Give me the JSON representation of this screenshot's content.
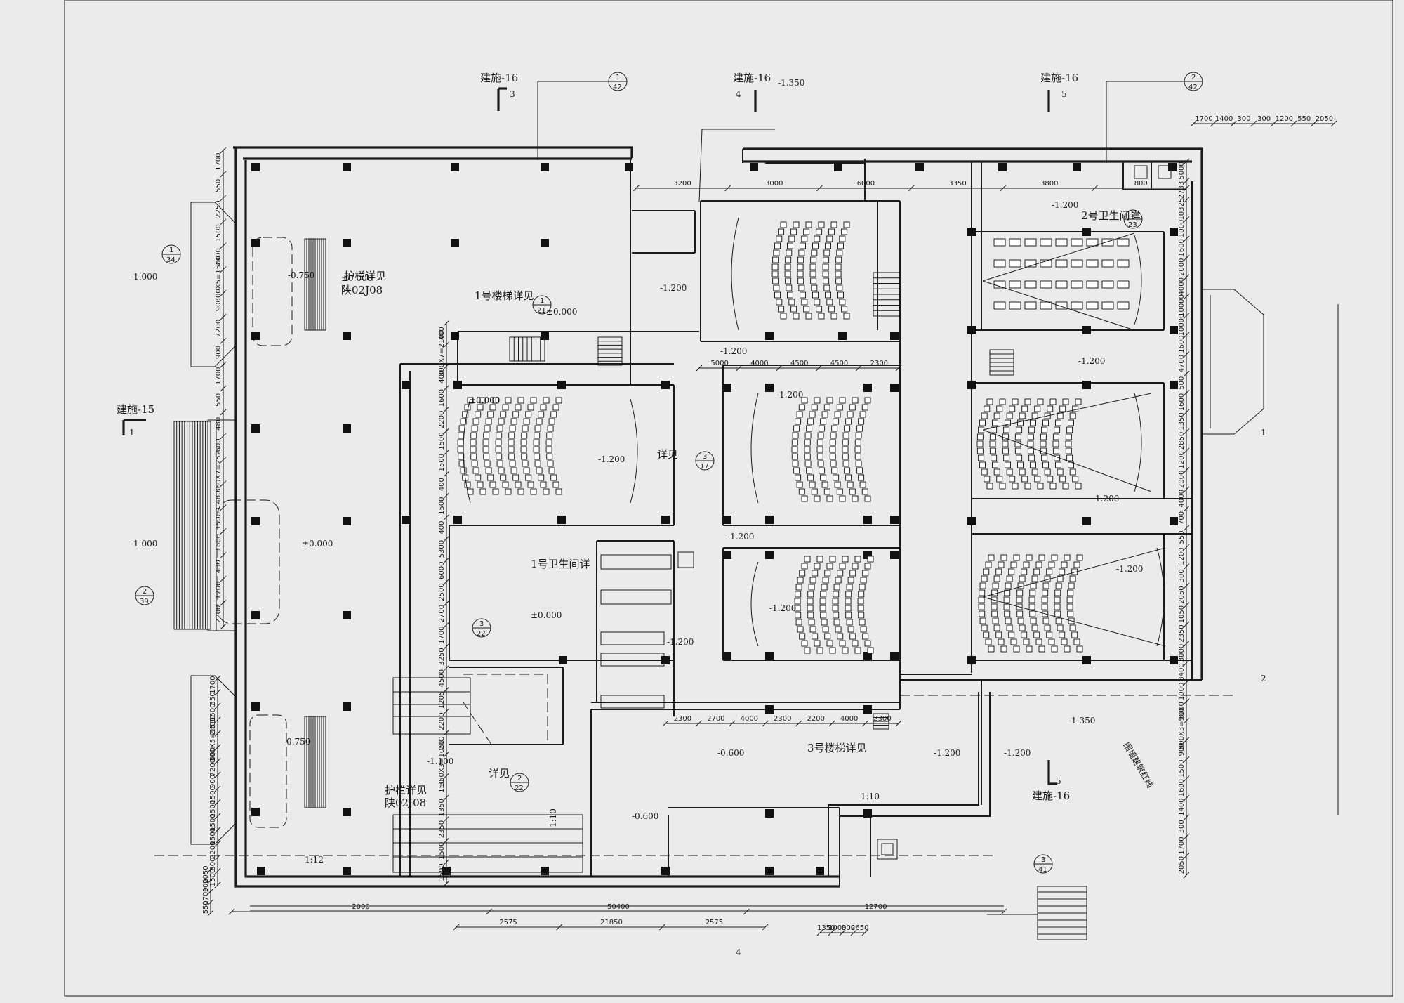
{
  "section_marks": {
    "top_left": {
      "ref": "建施-16",
      "num": "3"
    },
    "top_mid": {
      "ref": "建施-16",
      "num": "4",
      "level": "-1.350"
    },
    "top_right": {
      "ref": "建施-16",
      "num": "5"
    },
    "left": {
      "ref": "建施-15",
      "num": "1"
    },
    "bottom_right": {
      "ref": "建施-16",
      "num": "5"
    }
  },
  "detail_refs": [
    {
      "top": "1",
      "bottom": "42"
    },
    {
      "top": "2",
      "bottom": "42"
    },
    {
      "top": "1",
      "bottom": "34"
    },
    {
      "top": "2",
      "bottom": "39"
    },
    {
      "top": "1",
      "bottom": "21"
    },
    {
      "top": "3",
      "bottom": "17"
    },
    {
      "top": "2",
      "bottom": "23"
    },
    {
      "top": "2",
      "bottom": "22"
    },
    {
      "top": "3",
      "bottom": "22"
    },
    {
      "top": "3",
      "bottom": "41"
    }
  ],
  "labels": {
    "stair1": "1号楼梯详见",
    "stair3": "3号楼梯详见",
    "toilet1": "1号卫生间详",
    "toilet2": "2号卫生间详",
    "rail_top": "护栏详见",
    "rail_top_std": "陕02J08",
    "rail_bottom": "护栏详见",
    "rail_bottom_std": "陕02J08",
    "see_detail_1": "详见",
    "see_detail_2": "详见",
    "boundary": "围墙建筑红线",
    "num_1": "1",
    "num_2": "2",
    "num_4": "4",
    "slope_1": "1:10",
    "slope_2": "1:10",
    "slope_3": "1:12"
  },
  "levels": {
    "l1": "-1.000",
    "l2": "-1.000",
    "l3": "-0.750",
    "l4": "-0.750",
    "l5": "±0.000",
    "l6": "±0.000",
    "l7": "±0.000",
    "l8": "±0.000",
    "l9": "±0.000",
    "l10": "-1.200",
    "l11": "-1.200",
    "l12": "-1.200",
    "l13": "-1.200",
    "l14": "-1.200",
    "l15": "-1.200",
    "l16": "-1.200",
    "l17": "-1.200",
    "l18": "-1.200",
    "l19": "-1.200",
    "l20": "-1.200",
    "l21": "-1.200",
    "l22": "-1.350",
    "l23": "-0.600",
    "l24": "-0.600",
    "l25": "-1.100",
    "l26": "-1.200"
  },
  "dimensions": {
    "bottom": [
      "2000",
      "50400",
      "12700"
    ],
    "bottom2": [
      "2575",
      "21850",
      "2575"
    ],
    "bottom3": [
      "1350",
      "1000",
      "300",
      "2650"
    ],
    "bottom_left": [
      "2050",
      "300",
      "1700",
      "550"
    ],
    "top_right": [
      "1700",
      "1400",
      "300",
      "300",
      "1200",
      "550",
      "2050"
    ],
    "top_row": [
      "3200",
      "3000",
      "6000",
      "3350",
      "3800",
      "800"
    ],
    "mid_row": [
      "5000",
      "4000",
      "4500",
      "4500",
      "2300"
    ],
    "lower_row": [
      "2300",
      "2700",
      "4000",
      "2300",
      "2200",
      "4000",
      "2300"
    ],
    "left_col": [
      "1700",
      "550",
      "2250",
      "1500",
      "2400",
      "300X5=1500",
      "900",
      "7200",
      "900",
      "1700",
      "550",
      "480",
      "1600",
      "360X7=2520",
      "4800",
      "15000",
      "1600",
      "480",
      "1700",
      "2200"
    ],
    "left_col2": [
      "1700",
      "550",
      "1500",
      "2400",
      "300X5=1500",
      "900",
      "7200",
      "900",
      "1500",
      "1500",
      "1500",
      "1500",
      "2200",
      "300",
      "1500"
    ],
    "center": [
      "400",
      "300X7=2100",
      "400",
      "1600",
      "2200",
      "1500",
      "1500",
      "400",
      "1500",
      "400",
      "5300",
      "6000",
      "2500",
      "2700",
      "1700",
      "3250",
      "4500",
      "1205",
      "2200",
      "200",
      "350X3=1050",
      "150",
      "1350",
      "2350",
      "1500",
      "1500"
    ],
    "right": [
      "5000",
      "2733",
      "10325",
      "1000",
      "1600",
      "2000",
      "4000",
      "10000",
      "10000",
      "1600",
      "4700",
      "500",
      "1600",
      "1350",
      "2850",
      "1200",
      "2000",
      "4000",
      "700",
      "550",
      "1200",
      "300",
      "2050",
      "1050",
      "2350",
      "3000",
      "3400",
      "1000",
      "6000",
      "500X3=900",
      "900",
      "1500",
      "1600",
      "1400",
      "300",
      "1700",
      "2050"
    ]
  }
}
